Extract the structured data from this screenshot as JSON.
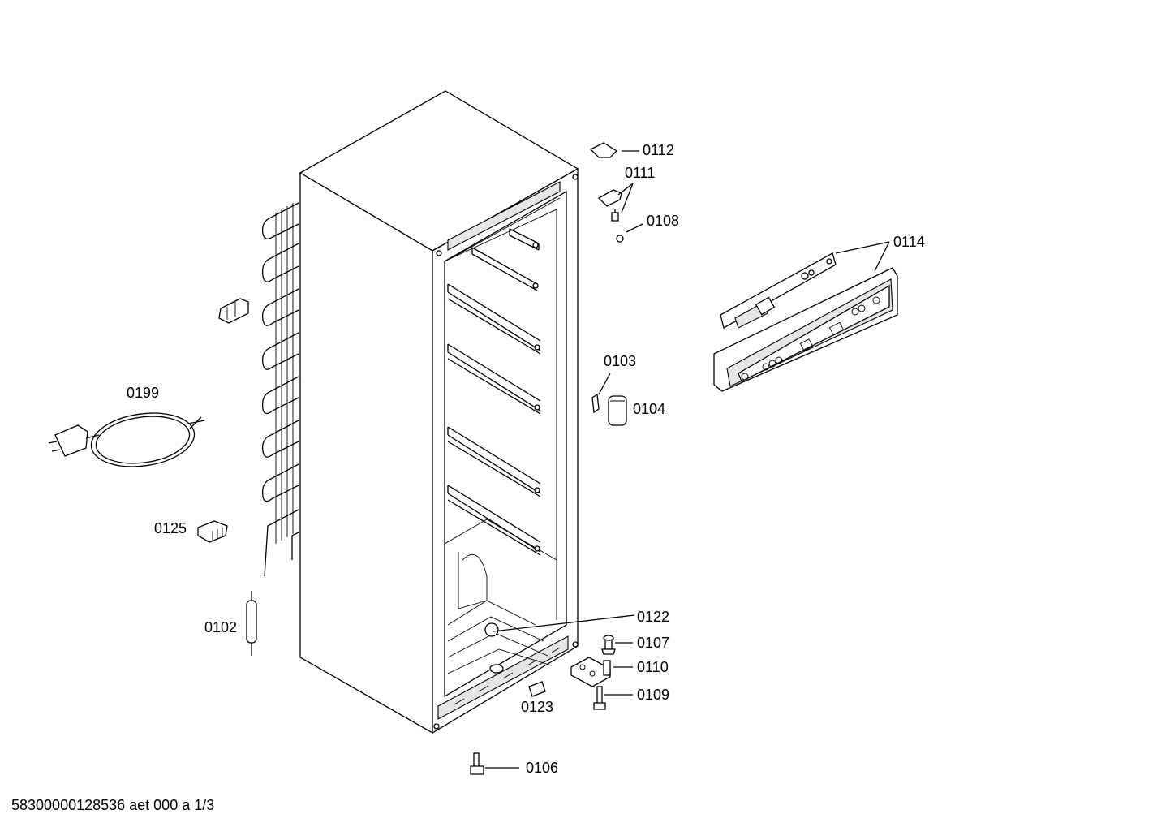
{
  "diagram": {
    "labels": {
      "p0112": "0112",
      "p0111": "0111",
      "p0108": "0108",
      "p0114": "0114",
      "p0103": "0103",
      "p0104": "0104",
      "p0199": "0199",
      "p0125": "0125",
      "p0102": "0102",
      "p0122": "0122",
      "p0107": "0107",
      "p0110": "0110",
      "p0109": "0109",
      "p0123": "0123",
      "p0106": "0106"
    },
    "footer": "58300000128536 aet 000 a 1/3"
  }
}
